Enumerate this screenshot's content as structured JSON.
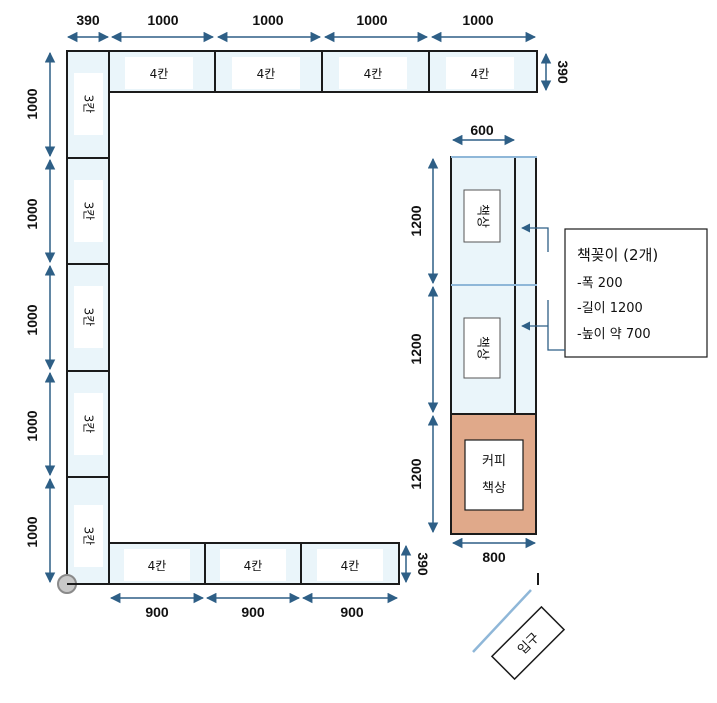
{
  "top_row": {
    "dims": [
      "390",
      "1000",
      "1000",
      "1000",
      "1000"
    ],
    "right_dim": "390",
    "cell_label": "4칸"
  },
  "left_column": {
    "dims": [
      "1000",
      "1000",
      "1000",
      "1000",
      "1000"
    ],
    "cell_label": "3칸"
  },
  "bottom_row": {
    "dims": [
      "900",
      "900",
      "900"
    ],
    "right_dim": "390",
    "cell_label": "4칸"
  },
  "right_area": {
    "width_dim": "600",
    "height_dims": [
      "1200",
      "1200",
      "1200"
    ],
    "desk_label": "책상",
    "coffee_desk_line1": "커피",
    "coffee_desk_line2": "책상",
    "coffee_width_dim": "800",
    "coffee_color": "#e0a98a"
  },
  "bookshelf_note": {
    "title": "책꽂이 (2개)",
    "lines": [
      "-폭 200",
      "-길이 1200",
      "-높이 약 700"
    ]
  },
  "entrance": {
    "label": "입구"
  },
  "colors": {
    "arrow": "#2e5f86",
    "cell_fill": "#eaf5fa",
    "frame": "#1b1b1b"
  }
}
